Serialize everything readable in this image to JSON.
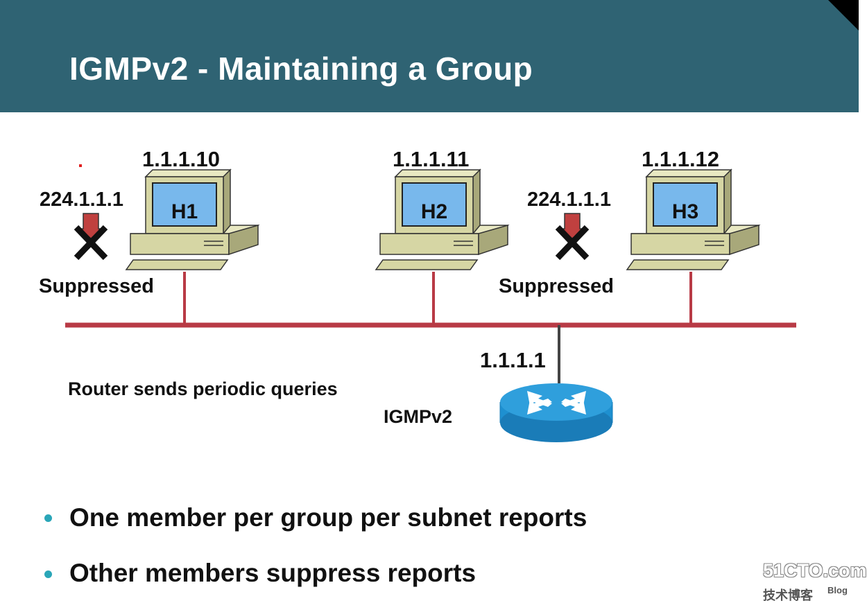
{
  "title": "IGMPv2 - Maintaining a Group",
  "hosts": [
    {
      "name": "H1",
      "ip": "1.1.1.10"
    },
    {
      "name": "H2",
      "ip": "1.1.1.11"
    },
    {
      "name": "H3",
      "ip": "1.1.1.12"
    }
  ],
  "suppressed_reports": [
    {
      "group": "224.1.1.1",
      "status": "Suppressed"
    },
    {
      "group": "224.1.1.1",
      "status": "Suppressed"
    }
  ],
  "router": {
    "ip": "1.1.1.1",
    "protocol": "IGMPv2",
    "note": "Router sends periodic queries"
  },
  "bullets": [
    "One member per group per subnet reports",
    "Other members suppress reports"
  ],
  "watermark": {
    "main": "51CTO.com",
    "sub": "技术博客",
    "sub2": "Blog"
  },
  "colors": {
    "header": "#2f6373",
    "lan": "#b83a45",
    "monitor_screen": "#78b8ec",
    "computer_body": "#d6d6a4",
    "router": "#1e90d0",
    "bullet": "#2aa6b8"
  },
  "icons": [
    "computer-icon",
    "router-icon",
    "suppressed-arrow-icon"
  ]
}
